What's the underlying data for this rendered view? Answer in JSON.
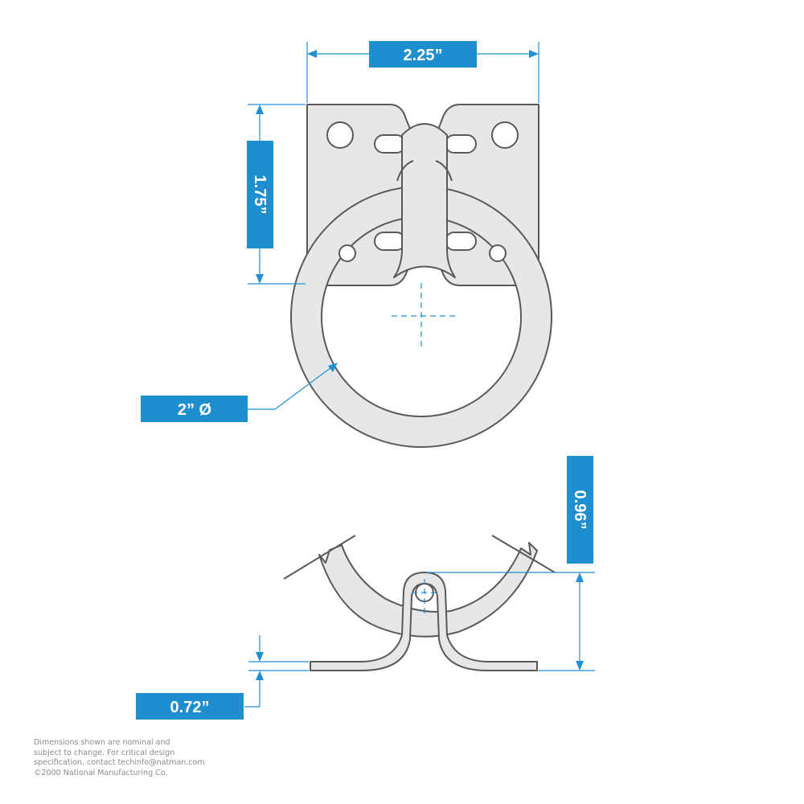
{
  "dimensions": {
    "width": "2.25”",
    "height": "1.75”",
    "ring_diameter": "2” Ø",
    "profile_height": "0.96”",
    "thickness": "0.72”"
  },
  "footnote": {
    "line1": "Dimensions shown are nominal and",
    "line2": "subject to change.  For critical design",
    "line3": "specification, contact techinfo@natman.com",
    "line4": "©2000 National Manufacturing Co."
  },
  "colors": {
    "accent": "#1f8ecf",
    "part_fill": "#e6e7e8",
    "outline": "#58595b"
  }
}
